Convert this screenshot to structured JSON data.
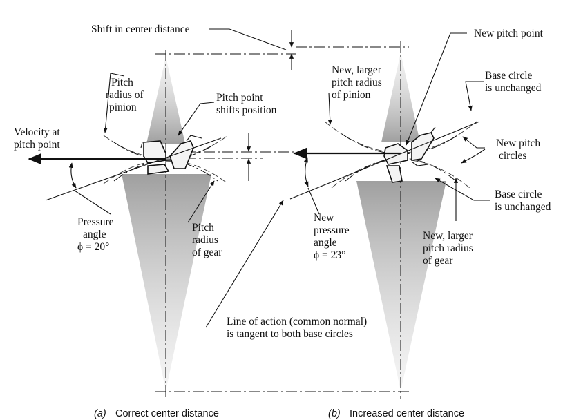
{
  "labels": {
    "shift_center_distance": "Shift in center distance",
    "new_pitch_point": "New pitch point",
    "pitch_radius_pinion": [
      "Pitch",
      "radius of",
      "pinion"
    ],
    "pitch_point_shifts": [
      "Pitch point",
      "shifts position"
    ],
    "velocity_pitch_point": [
      "Velocity at",
      "pitch point"
    ],
    "pressure_angle": [
      "Pressure",
      "angle",
      "ϕ = 20°"
    ],
    "pitch_radius_gear": [
      "Pitch",
      "radius",
      "of gear"
    ],
    "new_larger_pinion": [
      "New, larger",
      "pitch radius",
      "of pinion"
    ],
    "base_circle_top": [
      "Base circle",
      "is unchanged"
    ],
    "new_pitch_circles": [
      "New pitch",
      "circles"
    ],
    "base_circle_bottom": [
      "Base circle",
      "is unchanged"
    ],
    "new_pressure_angle": [
      "New",
      "pressure",
      "angle",
      "ϕ = 23°"
    ],
    "new_larger_gear": [
      "New, larger",
      "pitch radius",
      "of gear"
    ],
    "line_of_action": [
      "Line of action (common normal)",
      "is tangent to both base circles"
    ]
  },
  "captions": {
    "a_letter": "(a)",
    "a_text": "Correct center distance",
    "b_letter": "(b)",
    "b_text": "Increased center distance"
  },
  "colors": {
    "line": "#111111",
    "shade": "#bdbdbd",
    "background": "#ffffff"
  }
}
